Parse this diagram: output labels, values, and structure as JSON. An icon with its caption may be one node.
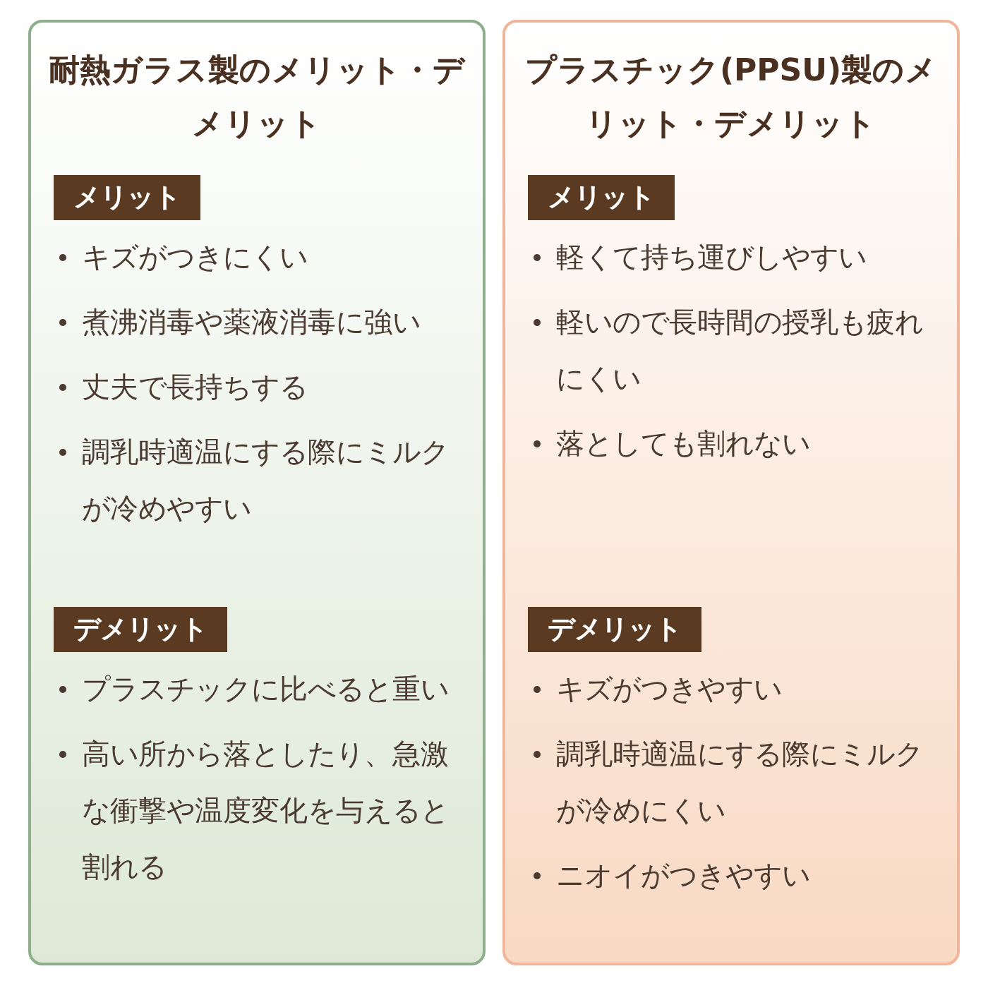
{
  "diagram": {
    "nodes": [
      {
        "text": [
          "耐熱ガラス製のメリット・デメリット"
        ]
      },
      {
        "text": [
          "メリット"
        ],
        "in": 0,
        "beside": [
          "キズがつきにくい",
          "煮沸消毒や薬液消毒に強い",
          "丈夫で長持ちする",
          "調乳時適温にする際にミルクが冷めやすい"
        ]
      },
      {
        "text": [
          "デメリット"
        ],
        "in": 0,
        "beside": [
          "プラスチックに比べると重い",
          "高い所から落としたり、急激な衝撃や温度変化を与えると割れる"
        ]
      },
      {
        "text": [
          "プラスチック(PPSU)製のメリット・デメリット"
        ]
      },
      {
        "text": [
          "メリット"
        ],
        "in": 3,
        "beside": [
          "軽くて持ち運びしやすい",
          "軽いので長時間の授乳も疲れにくい",
          "落としても割れない"
        ]
      },
      {
        "text": [
          "デメリット"
        ],
        "in": 3,
        "beside": [
          "キズがつきやすい",
          "調乳時適温にする際にミルクが冷めにくい",
          "ニオイがつきやすい"
        ]
      }
    ],
    "edges": []
  }
}
